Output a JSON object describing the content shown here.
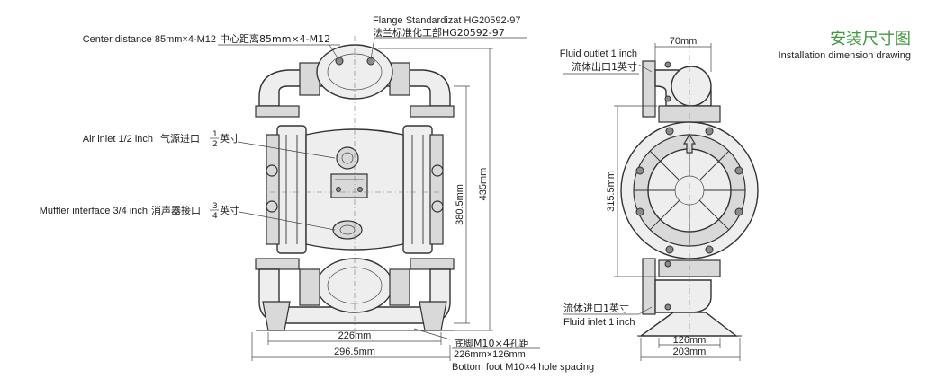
{
  "title_cn": "安装尺寸图",
  "title_en": "Installation dimension drawing",
  "title_color": "#3d9a3d",
  "labels": {
    "flange_en": "Flange Standardizat HG20592-97",
    "flange_cn": "法兰标准化工部HG20592-97",
    "center_en": "Center distance 85mm×4-M12",
    "center_cn": "中心距离85mm×4-M12",
    "air_en": "Air inlet 1/2 inch",
    "air_cn": "气源进口",
    "air_num": "1",
    "air_den": "2",
    "air_unit": "英寸",
    "muffler_en": "Muffler interface 3/4 inch",
    "muffler_cn": "消声器接口",
    "muffler_num": "3",
    "muffler_den": "4",
    "muffler_unit": "英寸",
    "foot_cn": "底脚M10×4孔距",
    "foot_dim": "226mm×126mm",
    "foot_en": "Bottom foot M10×4 hole spacing",
    "outlet_en": "Fluid outlet 1 inch",
    "outlet_cn": "流体出口1英寸",
    "inlet_cn": "流体进口1英寸",
    "inlet_en": "Fluid inlet 1 inch"
  },
  "dims": {
    "d226": "226mm",
    "d2965": "296.5mm",
    "d3805": "380.5mm",
    "d435": "435mm",
    "d70": "70mm",
    "d3155": "315.5mm",
    "d126": "126mm",
    "d203": "203mm"
  }
}
